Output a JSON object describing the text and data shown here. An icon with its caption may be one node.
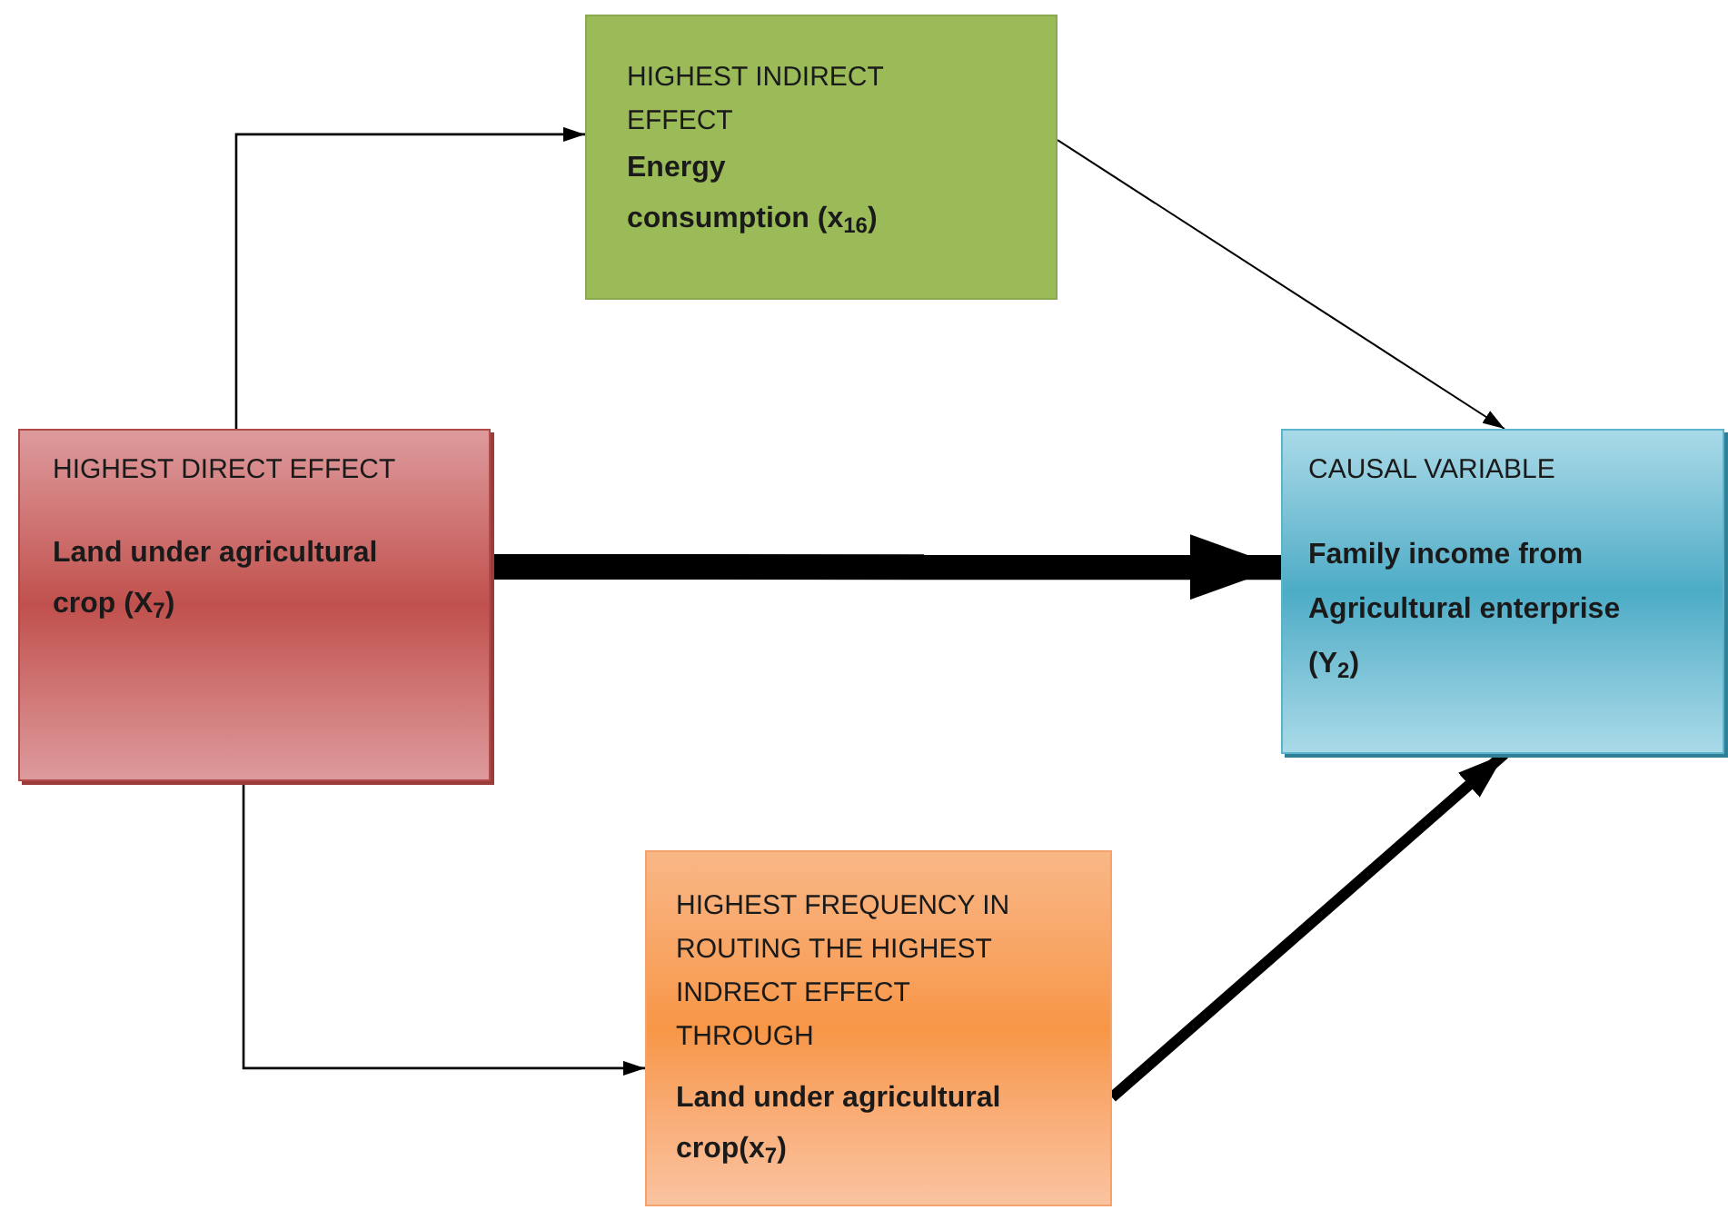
{
  "diagram": {
    "nodes": [
      {
        "text": [
          "HIGHEST INDIRECT EFFECT",
          "Energy consumption (x$_{16}$)"
        ]
      },
      {
        "text": [
          "HIGHEST DIRECT EFFECT",
          "Land under agricultural crop (X$_{7}$)"
        ]
      },
      {
        "text": [
          "CAUSAL VARIABLE",
          "Family income from Agricultural enterprise (Y$_{2}$)"
        ]
      },
      {
        "text": [
          "HIGHEST FREQUENCY IN ROUTING THE HIGHEST INDRECT EFFECT THROUGH",
          "Land under agricultural crop(x$_{7}$)"
        ]
      }
    ],
    "edges": [
      {
        "from": 1,
        "to": 0,
        "arrow": "to"
      },
      {
        "from": 0,
        "to": 2,
        "arrow": "to"
      },
      {
        "from": 1,
        "to": 2,
        "arrow": "to",
        "style": "thick"
      },
      {
        "from": 1,
        "to": 3,
        "arrow": "to"
      },
      {
        "from": 3,
        "to": 2,
        "arrow": "to",
        "style": "thick"
      }
    ]
  }
}
